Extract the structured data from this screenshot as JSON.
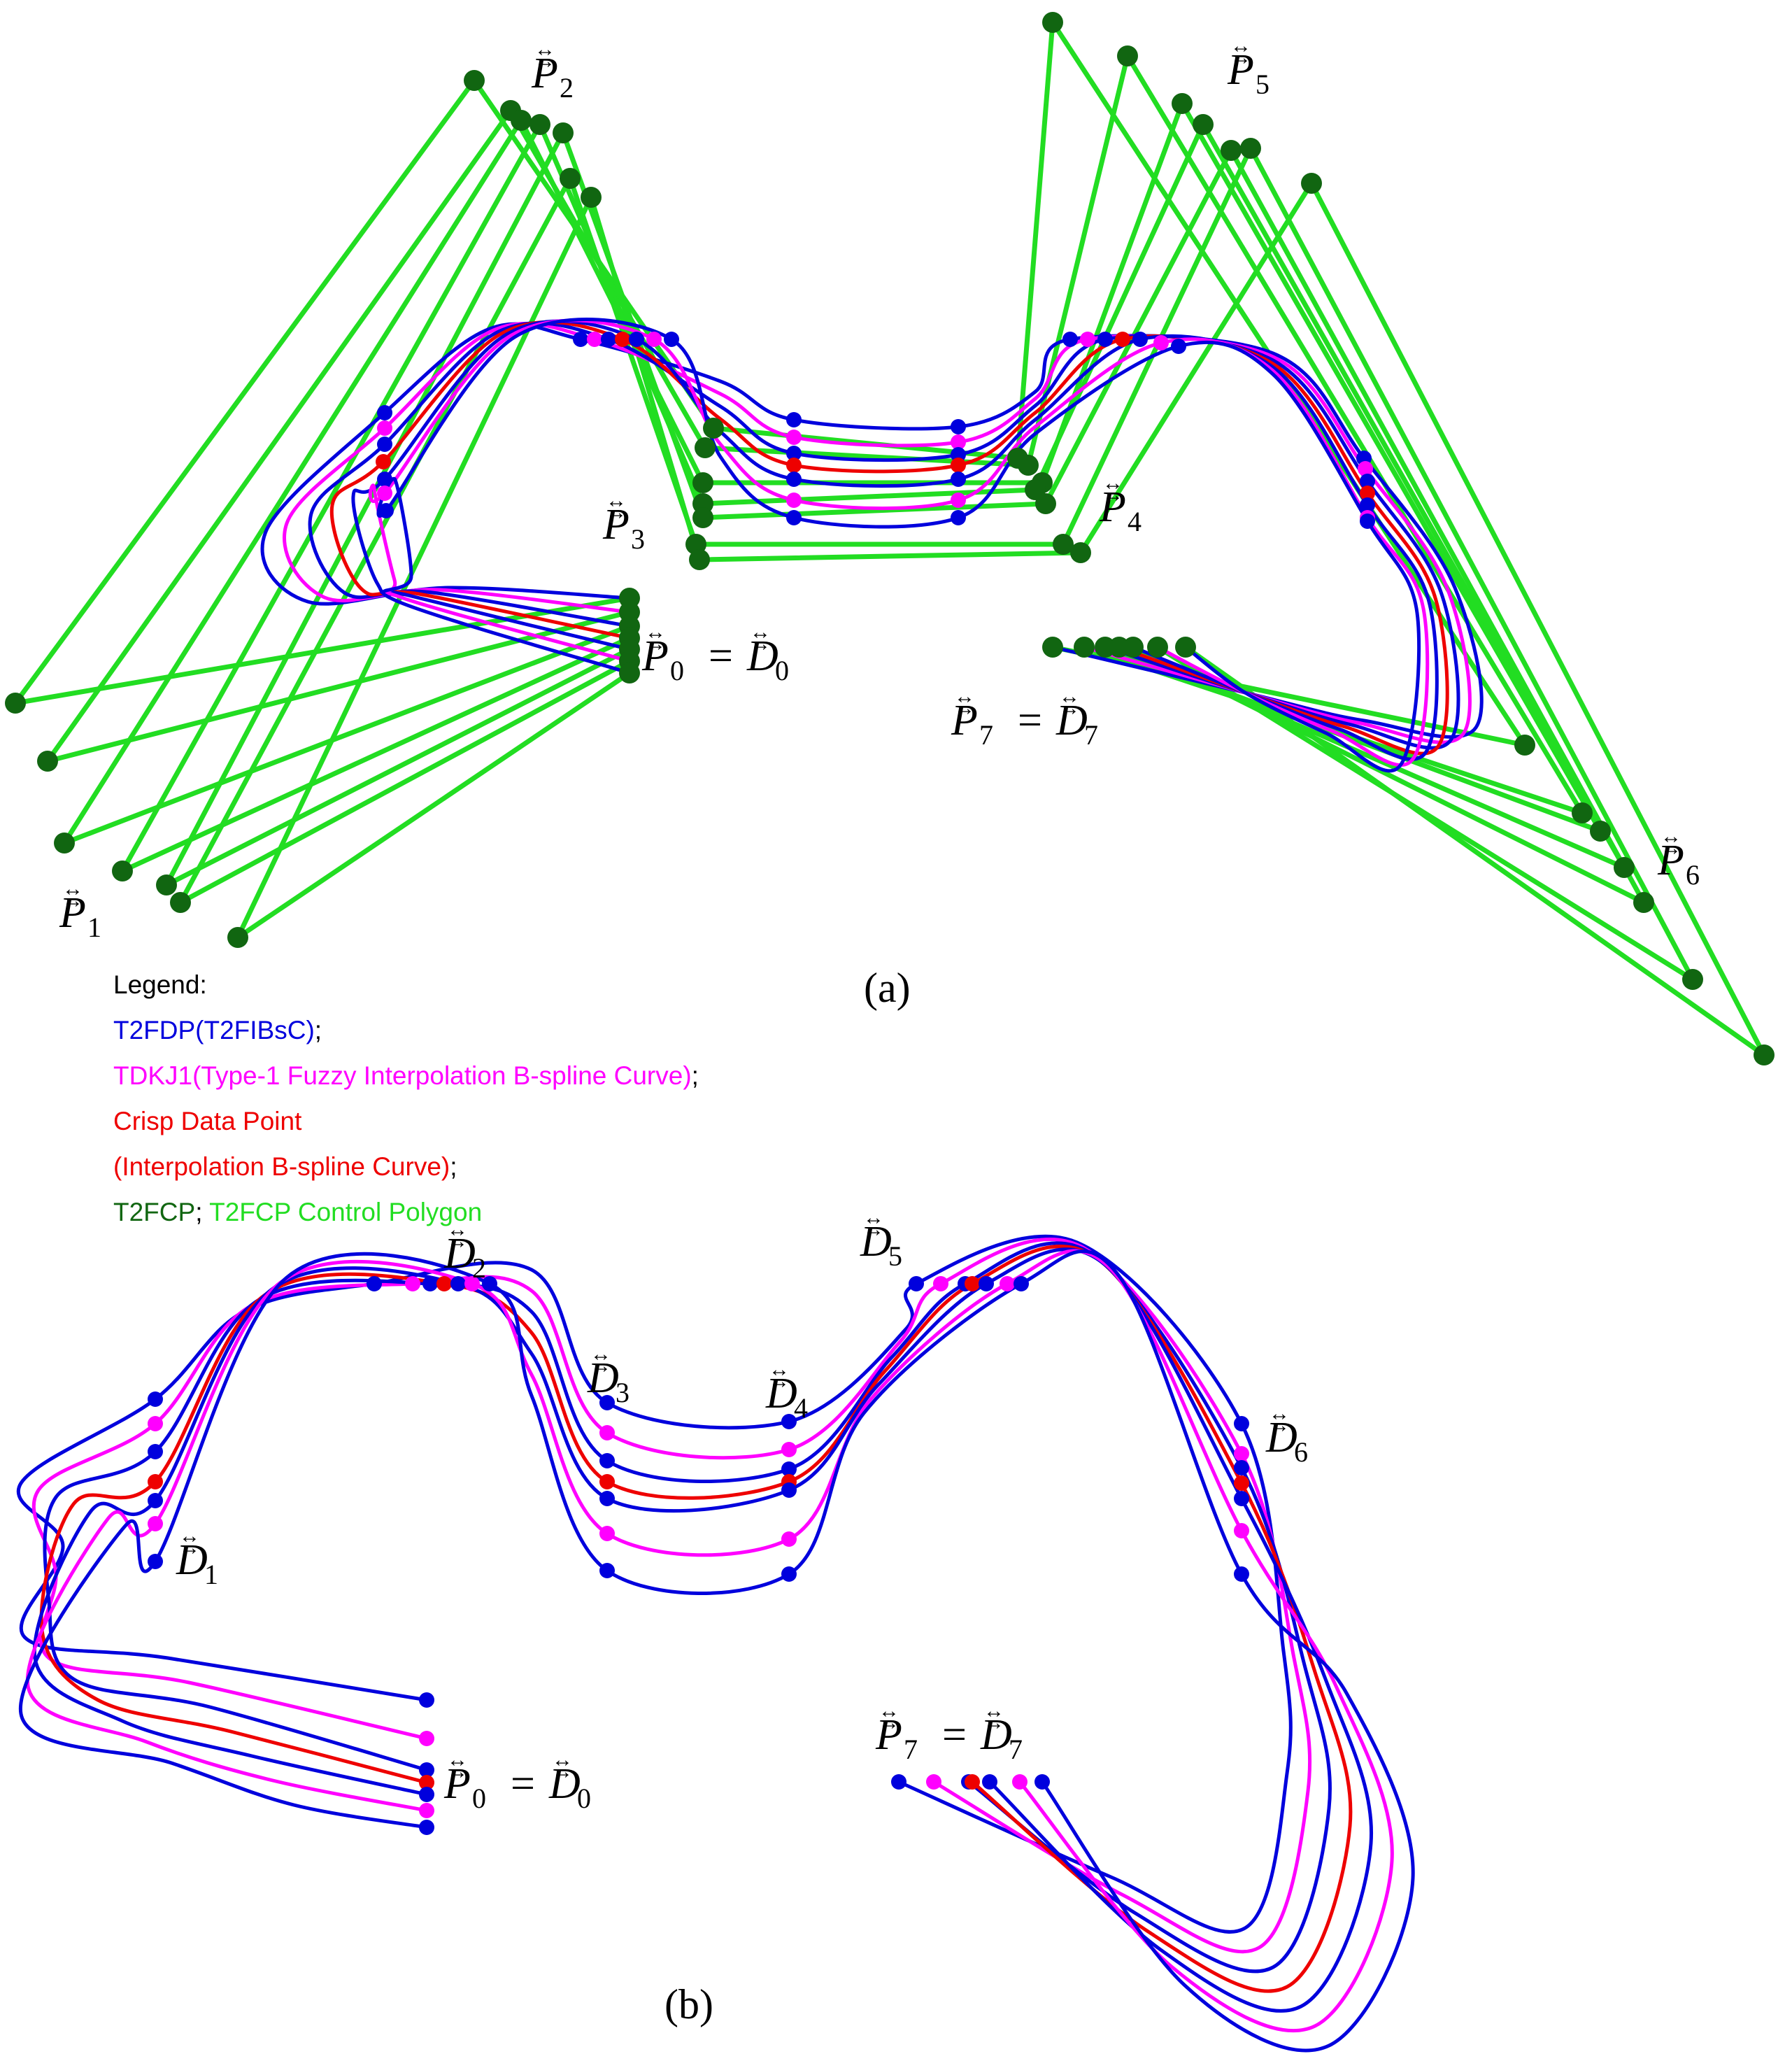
{
  "panels": {
    "a": {
      "caption": "(a)"
    },
    "b": {
      "caption": "(b)"
    }
  },
  "legend": {
    "title": "Legend:",
    "items": [
      {
        "text": "T2FDP(T2FIBsC)",
        "suffix": ";",
        "color": "#0000dd"
      },
      {
        "text": "TDKJ1(Type-1 Fuzzy Interpolation B-spline Curve)",
        "suffix": ";",
        "color": "#ff00ff"
      },
      {
        "text": "Crisp Data Point",
        "suffix": "",
        "color": "#ee0000"
      },
      {
        "text": "(Interpolation B-spline Curve)",
        "suffix": ";",
        "color": "#ee0000"
      }
    ],
    "last_line": {
      "text1": "T2FCP",
      "sep": "; ",
      "text2": "T2FCP Control Polygon",
      "color1": "#116611",
      "color2": "#22dd22"
    }
  },
  "labels": {
    "a": [
      {
        "id": "P0-eq-D0",
        "base1": "P",
        "sub1": "0",
        "eq": "=",
        "base2": "D",
        "sub2": "0"
      },
      {
        "id": "P1",
        "base1": "P",
        "sub1": "1"
      },
      {
        "id": "P2",
        "base1": "P",
        "sub1": "2"
      },
      {
        "id": "P3",
        "base1": "P",
        "sub1": "3"
      },
      {
        "id": "P4",
        "base1": "P",
        "sub1": "4"
      },
      {
        "id": "P5",
        "base1": "P",
        "sub1": "5"
      },
      {
        "id": "P6",
        "base1": "P",
        "sub1": "6"
      },
      {
        "id": "P7-eq-D7",
        "base1": "P",
        "sub1": "7",
        "eq": "=",
        "base2": "D",
        "sub2": "7"
      }
    ],
    "b": [
      {
        "id": "P0-eq-D0",
        "base1": "P",
        "sub1": "0",
        "eq": "=",
        "base2": "D",
        "sub2": "0"
      },
      {
        "id": "D1",
        "base1": "D",
        "sub1": "1"
      },
      {
        "id": "D2",
        "base1": "D",
        "sub1": "2"
      },
      {
        "id": "D3",
        "base1": "D",
        "sub1": "3"
      },
      {
        "id": "D4",
        "base1": "D",
        "sub1": "4"
      },
      {
        "id": "D5",
        "base1": "D",
        "sub1": "5"
      },
      {
        "id": "D6",
        "base1": "D",
        "sub1": "6"
      },
      {
        "id": "P7-eq-D7",
        "base1": "P",
        "sub1": "7",
        "eq": "=",
        "base2": "D",
        "sub2": "7"
      }
    ]
  },
  "colors": {
    "t2fdp": "#0000dd",
    "tdkj1": "#ff00ff",
    "crisp": "#ee0000",
    "t2fcp": "#116611",
    "polygon": "#22dd22"
  },
  "arrow_glyph": "↔"
}
